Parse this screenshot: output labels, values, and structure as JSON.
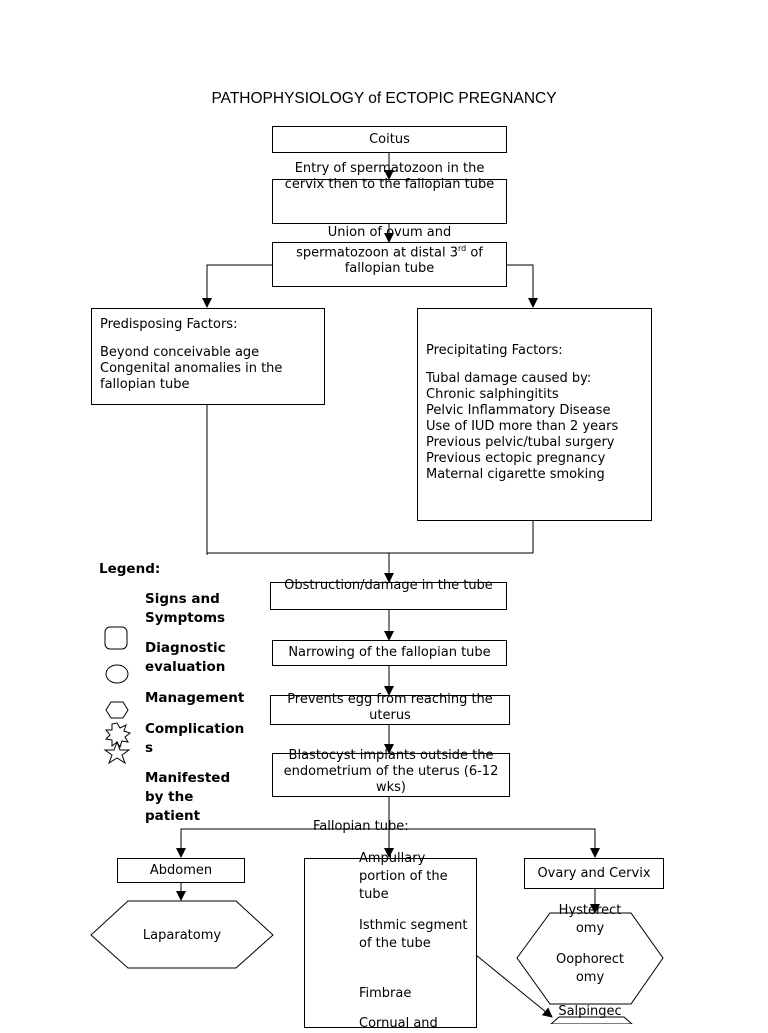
{
  "title": "PATHOPHYSIOLOGY of ECTOPIC PREGNANCY",
  "flow": {
    "coitus": "Coitus",
    "entry": "Entry of spermatozoon in the cervix then to the fallopian tube",
    "union_a": "Union of ovum and",
    "union_b": "spermatozoon at distal 3",
    "union_sup": "rd",
    "union_c": " of",
    "union_d": "fallopian tube",
    "obstruction": "Obstruction/damage in the tube",
    "narrowing": "Narrowing of the fallopian tube",
    "prevents": "Prevents egg from reaching the uterus",
    "blastocyst": "Blastocyst implants outside the endometrium of the uterus (6-12 wks)"
  },
  "predisposing": {
    "heading": "Predisposing Factors:",
    "items": [
      "Beyond conceivable age",
      "Congenital anomalies in the fallopian tube"
    ]
  },
  "precipitating": {
    "heading": "Precipitating Factors:",
    "items": [
      "Tubal damage caused by:",
      "Chronic salphingitits",
      "Pelvic Inflammatory Disease",
      "Use of IUD more than 2 years",
      "Previous pelvic/tubal surgery",
      "Previous ectopic pregnancy",
      "Maternal cigarette smoking"
    ]
  },
  "legend": {
    "title": "Legend:",
    "items": [
      "Signs and Symptoms",
      "Diagnostic evaluation",
      "Management",
      "Complication s",
      "Manifested by the patient"
    ]
  },
  "sites": {
    "tube_label": "Fallopian tube:",
    "abdomen": "Abdomen",
    "laparatomy": "Laparatomy",
    "ovary_cervix": "Ovary and Cervix",
    "tube_parts": [
      "Ampullary portion of the tube",
      "Isthmic segment of the tube",
      "Fimbrae",
      "Cornual and"
    ],
    "hysterectomy_a": "Hysterect",
    "hysterectomy_b": "omy",
    "oophorectomy_a": "Oophorect",
    "oophorectomy_b": "omy",
    "salpingectomy": "Salpingec"
  },
  "colors": {
    "star_fill": "#5fb2cf",
    "line": "#000000"
  }
}
